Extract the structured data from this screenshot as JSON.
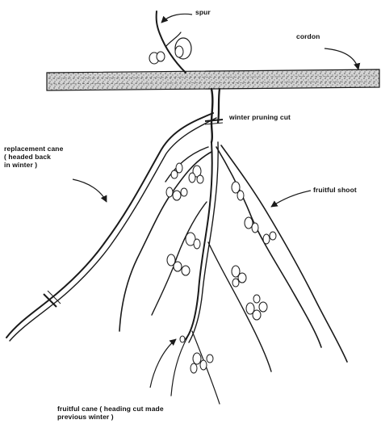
{
  "labels": {
    "spur": "spur",
    "cordon": "cordon",
    "winter_pruning_cut": "winter pruning cut",
    "replacement_cane": [
      "replacement cane",
      "( headed back",
      "in winter )"
    ],
    "fruitful_shoot": "fruitful shoot",
    "fruitful_cane": [
      "fruitful cane ( heading cut made",
      "previous winter )"
    ]
  },
  "colors": {
    "ink": "#1a1a1a",
    "cordon_fill": "#cfcfcf",
    "background": "#ffffff"
  }
}
